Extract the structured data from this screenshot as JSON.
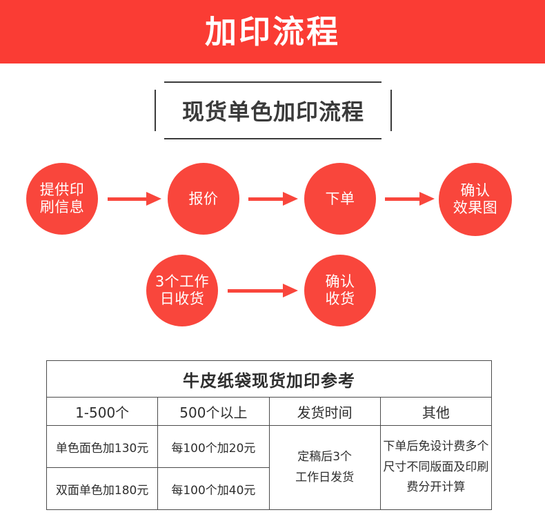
{
  "banner": {
    "title": "加印流程",
    "background_color": "#fa3c34",
    "text_color": "#ffffff"
  },
  "subtitle": {
    "text": "现货单色加印流程",
    "border_color": "#3a3a3a"
  },
  "flow": {
    "circle_color": "#f9463c",
    "arrow_color": "#f9463c",
    "row1": [
      {
        "label": "提供印\n刷信息"
      },
      {
        "label": "报价"
      },
      {
        "label": "下单"
      },
      {
        "label": "确认\n效果图"
      }
    ],
    "row2": [
      {
        "label": "3个工作\n日收货"
      },
      {
        "label": "确认\n收货"
      }
    ],
    "arrows": [
      {
        "name": "arrow-1-2"
      },
      {
        "name": "arrow-2-3"
      },
      {
        "name": "arrow-3-4"
      },
      {
        "name": "arrow-5-6"
      }
    ]
  },
  "table": {
    "title": "牛皮纸袋现货加印参考",
    "headers": [
      "1-500个",
      "500个以上",
      "发货时间",
      "其他"
    ],
    "rows": [
      {
        "col1": "单色面色加130元",
        "col2": "每100个加20元"
      },
      {
        "col1": "双面单色加180元",
        "col2": "每100个加40元"
      }
    ],
    "merged": {
      "shipping": "定稿后3个\n工作日发货",
      "other": "下单后免设计费多个\n尺寸不同版面及印刷\n费分开计算"
    },
    "border_color": "#4a4a4a"
  }
}
